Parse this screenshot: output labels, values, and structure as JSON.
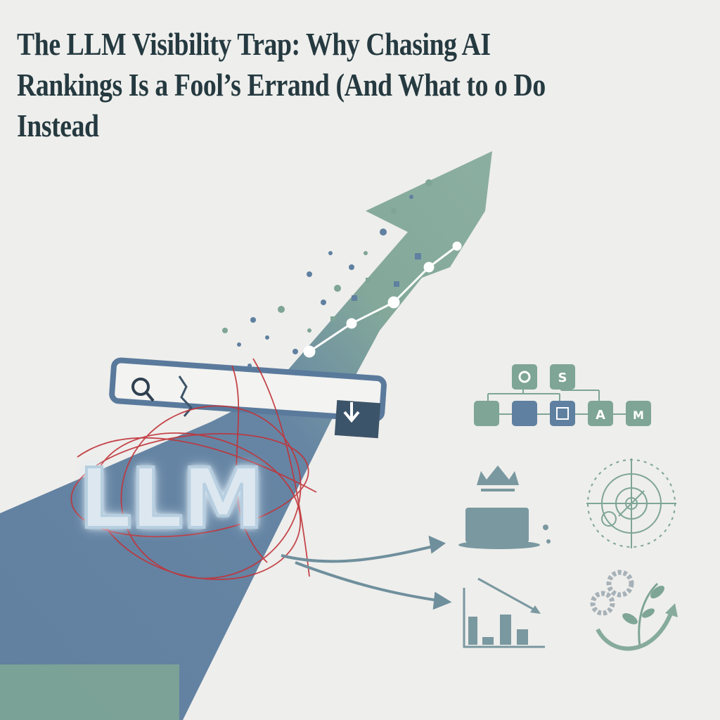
{
  "title": {
    "lines": [
      "The LLM Visibility Trap: Why Chasing AI",
      "Rankings Is a Fool’s Errand (And What to o Do",
      "Instead"
    ]
  },
  "illustration": {
    "llm_label": "LLM",
    "search_bar": {
      "search_icon": "magnifier-icon",
      "action_icon": "down-arrow-icon",
      "state": "cracked"
    },
    "big_arrow_icon": "rising-arrow-icon",
    "network_icons": [
      "target-icon",
      "s-logo-icon",
      "grid-blocks-icon",
      "tool-icon",
      "frame-icon",
      "a-logo-icon",
      "m-logo-icon"
    ],
    "outcome_icons": [
      "broken-crown-pedestal-icon",
      "declining-bar-chart-icon"
    ],
    "solution_icons": [
      "compass-icon",
      "gears-plant-growth-icon"
    ]
  },
  "colors": {
    "background": "#eeeeec",
    "title": "#253a40",
    "slate_blue": "#5a7a9c",
    "sage_green": "#7ea596",
    "tangled_red": "#c0343a"
  }
}
